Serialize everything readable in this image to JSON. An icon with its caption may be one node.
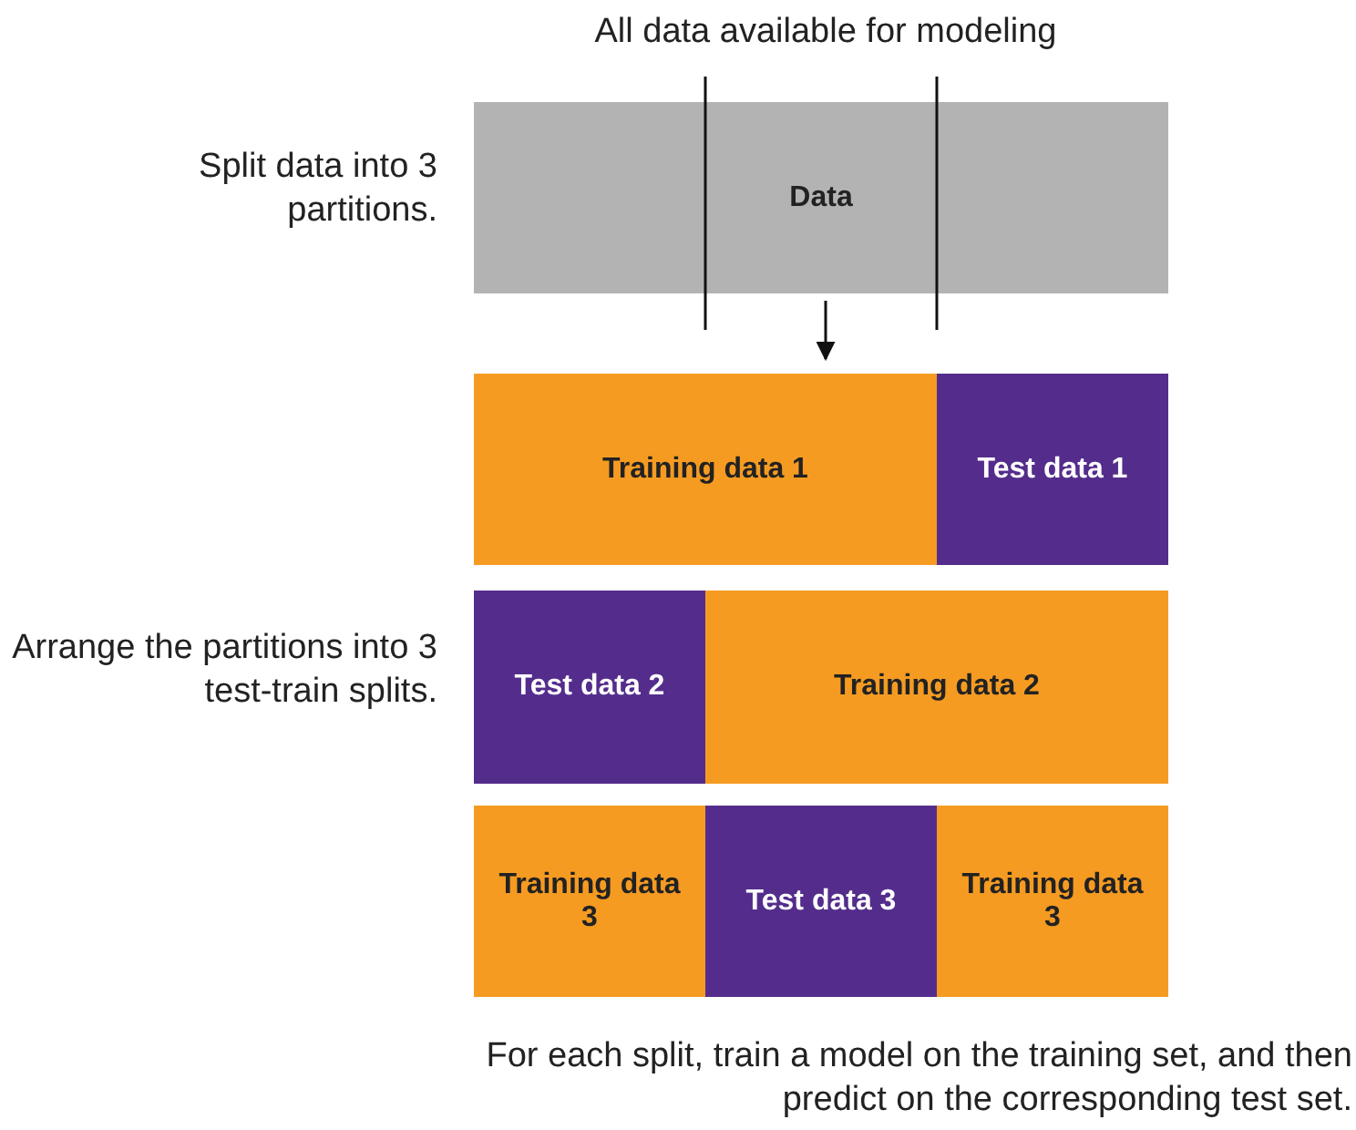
{
  "diagram": {
    "nodes": [
      {
        "text": [
          "Data"
        ]
      },
      {
        "text": [
          "Training data 1"
        ]
      },
      {
        "text": [
          "Test data 1"
        ]
      },
      {
        "text": [
          "Test data 2"
        ]
      },
      {
        "text": [
          "Training data 2"
        ]
      },
      {
        "text": [
          "Training data 3"
        ]
      },
      {
        "text": [
          "Test data 3"
        ]
      },
      {
        "text": [
          "Training data 3"
        ]
      }
    ],
    "edges": [
      {
        "from": 0,
        "to": 1,
        "arrow": "to"
      }
    ],
    "labels": [
      "All data available for modeling",
      "Split data into 3 partitions.",
      "Arrange the partitions into 3 test-train splits.",
      "For each split, train a model on the training set, and then predict on the corresponding test set."
    ]
  }
}
